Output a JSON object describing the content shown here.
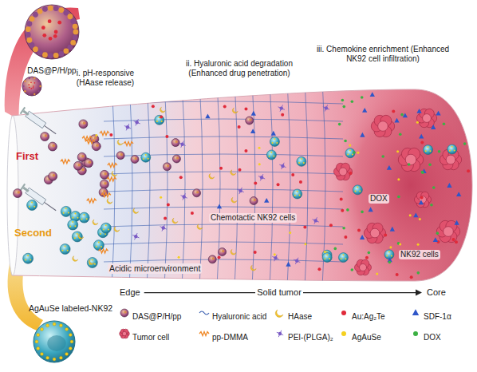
{
  "diagram": {
    "labels": [
      "DAS@P/H/pp",
      "First",
      "Second",
      "i. pH-responsive (HAase release)",
      "ii. Hyaluronic acid degradation (Enhanced drug penetration)",
      "iii. Chemokine enrichment (Enhanced NK92 cell infiltration)",
      "DOX",
      "Chemotactic NK92 cells",
      "NK92 cells",
      "Acidic microenvironment",
      "Edge",
      "Solid tumor",
      "Core",
      "AgAuSe labeled-NK92"
    ],
    "legend": [
      {
        "text": "DAS@P/H/pp"
      },
      {
        "text": "Hyaluronic acid"
      },
      {
        "text": "HAase"
      },
      {
        "text": "Au:Ag₂Te"
      },
      {
        "text": "SDF-1α"
      },
      {
        "text": "Tumor cell"
      },
      {
        "text": "pp-DMMA"
      },
      {
        "text": "PEI-(PLGA)₂"
      },
      {
        "text": "AgAuSe"
      },
      {
        "text": "DOX"
      }
    ]
  }
}
